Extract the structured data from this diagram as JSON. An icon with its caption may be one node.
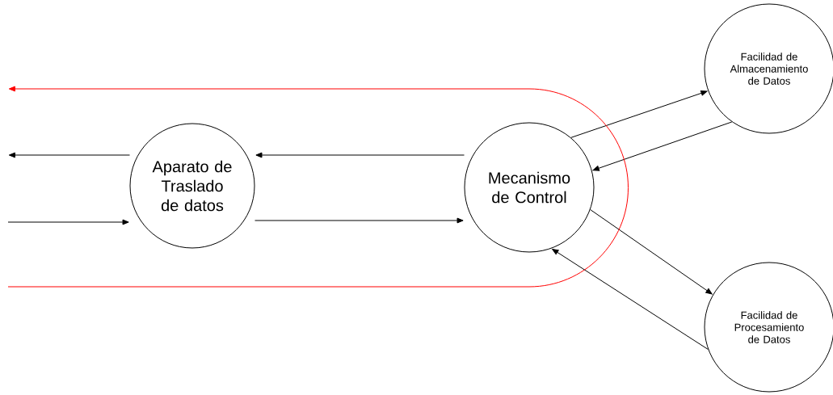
{
  "diagram": {
    "nodes": [
      {
        "text": [
          "Aparato de Traslado de datos"
        ]
      },
      {
        "text": [
          "Mecanismo de Control"
        ]
      },
      {
        "text": [
          "Facilidad de Almacenamiento de Datos"
        ]
      },
      {
        "text": [
          "Facilidad de Procesamiento de Datos"
        ]
      }
    ],
    "edges": [
      {
        "from": 0,
        "to": null,
        "arrow": "to"
      },
      {
        "from": null,
        "to": 0,
        "arrow": "to"
      },
      {
        "from": 1,
        "to": 0,
        "arrow": "to"
      },
      {
        "from": 0,
        "to": 1,
        "arrow": "to"
      },
      {
        "from": 1,
        "to": 2,
        "arrow": "to"
      },
      {
        "from": 2,
        "to": 1,
        "arrow": "to"
      },
      {
        "from": 1,
        "to": 3,
        "arrow": "to"
      },
      {
        "from": 3,
        "to": 1,
        "arrow": "to"
      }
    ]
  }
}
